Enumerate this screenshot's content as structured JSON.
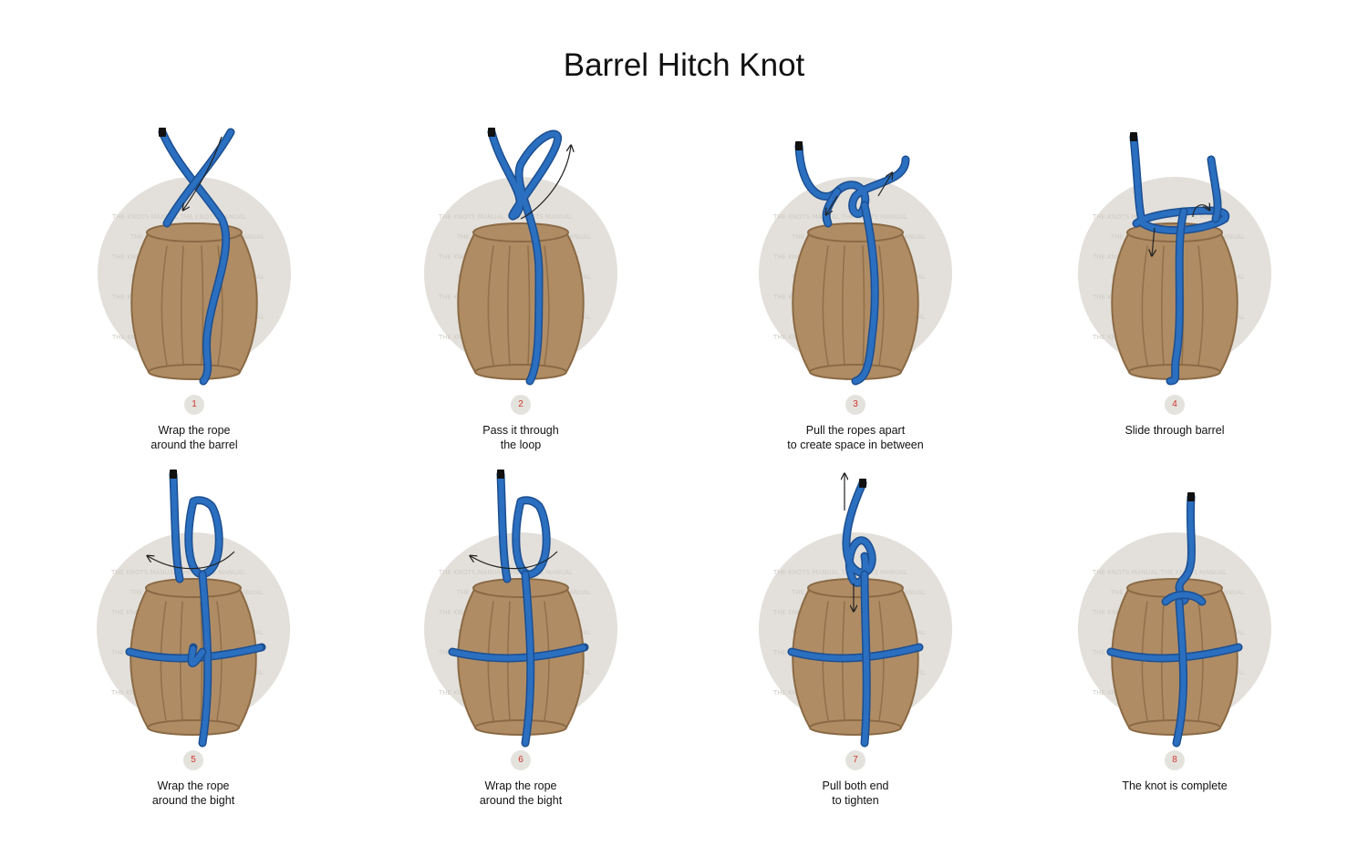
{
  "title": "Barrel Hitch Knot",
  "colors": {
    "rope": "#2b6fc0",
    "rope_dark": "#1c4f91",
    "barrel": "#b08c64",
    "barrel_outline": "#8a6a45",
    "backdrop": "#e3e0db",
    "badge_number": "#d0342c"
  },
  "watermark_text": "THE KNOTS MANUAL",
  "steps": [
    {
      "number": "1",
      "caption": [
        "Wrap the rope",
        "around the barrel"
      ]
    },
    {
      "number": "2",
      "caption": [
        "Pass it through",
        "the loop"
      ]
    },
    {
      "number": "3",
      "caption": [
        "Pull the ropes apart",
        "to create space in between"
      ]
    },
    {
      "number": "4",
      "caption": [
        "Slide through barrel"
      ]
    },
    {
      "number": "5",
      "caption": [
        "Wrap the rope",
        "around the bight"
      ]
    },
    {
      "number": "6",
      "caption": [
        "Wrap the rope",
        "around the bight"
      ]
    },
    {
      "number": "7",
      "caption": [
        "Pull both end",
        "to tighten"
      ]
    },
    {
      "number": "8",
      "caption": [
        "The knot is complete"
      ]
    }
  ]
}
